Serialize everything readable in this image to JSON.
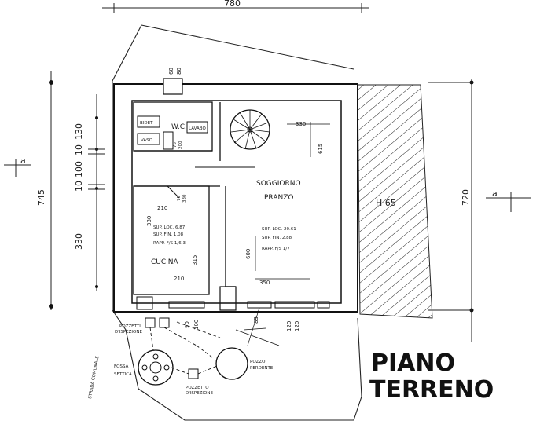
{
  "title": {
    "line1": "PIANO",
    "line2": "TERRENO"
  },
  "rooms": {
    "living": "SOGGIORNO",
    "dining": "PRANZO",
    "kitchen": "CUCINA",
    "wc": "W.C.",
    "bidet": "BIDET",
    "vaso": "VASO",
    "lavabo": "LAVABO"
  },
  "kitchen_specs": {
    "sup_loc": "SUP. LOC. 6.87",
    "sup_fin": "SUP. FIN. 1.08",
    "rapp": "RAPP. F/S 1/6.3"
  },
  "living_specs": {
    "sup_loc": "SUP. LOC. 20.61",
    "sup_fin": "SUP. FIN. 2.88",
    "rapp": "RAPP. F/S 1/7"
  },
  "dimensions": {
    "top": "780",
    "left_total": "745",
    "right_total": "720",
    "left_130": "130",
    "left_10a": "10",
    "left_100": "100",
    "left_10b": "10",
    "left_330": "330",
    "vent_60": "60",
    "vent_80": "80",
    "wc_75": "75",
    "wc_200": "200",
    "living_330": "330",
    "living_615": "615",
    "living_600": "600",
    "living_350": "350",
    "kitchen_210_top": "210",
    "kitchen_330": "330",
    "kitchen_315": "315",
    "kitchen_210_bottom": "210",
    "hall_75": "75",
    "hall_330": "330",
    "door_90": "90",
    "door_100": "100",
    "win_85": "85",
    "win_120a": "120",
    "win_120b": "120",
    "wall_h65": "H 65",
    "section_a_left": "a",
    "section_a_right": "a"
  },
  "outside": {
    "pozzetti_1": "POZZETTI",
    "pozzetti_2": "D'ISPEZIONE",
    "fossa_1": "FOSSA",
    "fossa_2": "SETTICA",
    "pozzo_1": "POZZO",
    "pozzo_2": "PERDENTE",
    "pozzetto_1": "POZZETTO",
    "pozzetto_2": "D'ISPEZIONE",
    "strada": "STRADA COMUNALE"
  }
}
